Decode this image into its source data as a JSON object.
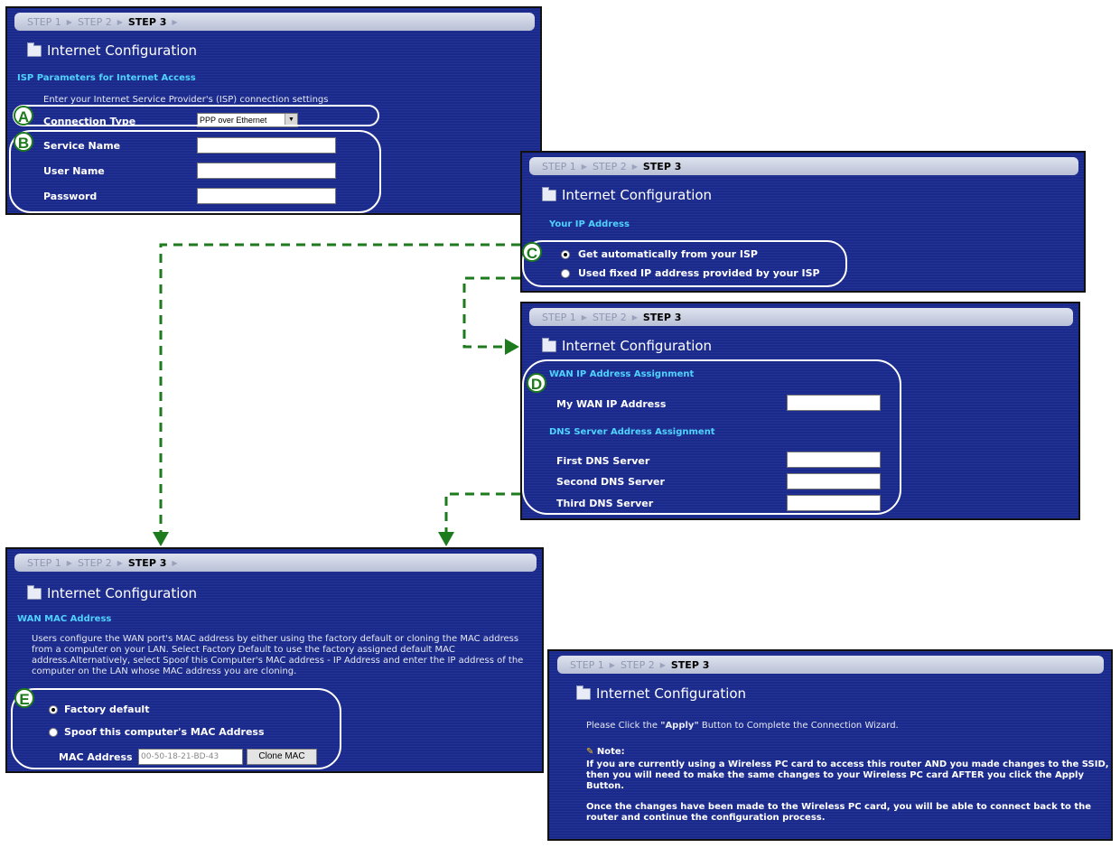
{
  "steps": [
    "STEP 1",
    "STEP 2",
    "STEP 3"
  ],
  "panel_title": "Internet Configuration",
  "badges": {
    "a": "A",
    "b": "B",
    "c": "C",
    "d": "D",
    "e": "E"
  },
  "panel1": {
    "section": "ISP Parameters for Internet Access",
    "instruction": "Enter your Internet Service Provider's (ISP) connection settings",
    "connection_type_label": "Connection Type",
    "connection_type_value": "PPP over Ethernet",
    "service_name_label": "Service Name",
    "user_name_label": "User Name",
    "password_label": "Password"
  },
  "panel2": {
    "section": "Your IP Address",
    "option_auto": "Get automatically from your ISP",
    "option_fixed": "Used fixed IP address provided by your ISP"
  },
  "panel3": {
    "wan_section": "WAN IP Address Assignment",
    "my_wan_ip_label": "My WAN IP Address",
    "dns_section": "DNS Server Address Assignment",
    "first_dns_label": "First DNS Server",
    "second_dns_label": "Second DNS Server",
    "third_dns_label": "Third DNS Server"
  },
  "panel4": {
    "section": "WAN MAC Address",
    "description": "Users configure the WAN port's MAC address by either using the factory default or cloning the MAC address from a computer on your LAN. Select Factory Default to use the factory assigned default MAC address.Alternatively, select Spoof this Computer's MAC address - IP Address and enter the IP address of the computer on the LAN whose MAC address you are cloning.",
    "option_factory": "Factory default",
    "option_spoof": "Spoof this computer's MAC Address",
    "mac_label": "MAC Address",
    "mac_value": "00-50-18-21-BD-43",
    "clone_button": "Clone MAC"
  },
  "panel5": {
    "apply_before": "Please Click the ",
    "apply_bold": "\"Apply\"",
    "apply_after": " Button to Complete the Connection Wizard.",
    "note_label": "Note:",
    "note_text": "If you are currently using a Wireless PC card to access this router AND you made changes to the SSID, then you will need to make the same changes to your Wireless PC card AFTER you click the Apply Button.",
    "final_text": "Once the changes have been made to the Wireless PC card, you will be able to connect back to the router and continue the configuration process."
  },
  "colors": {
    "panel_bg": "#1a2a8c",
    "section": "#4fd2ff",
    "connector": "#1d7a1d"
  }
}
